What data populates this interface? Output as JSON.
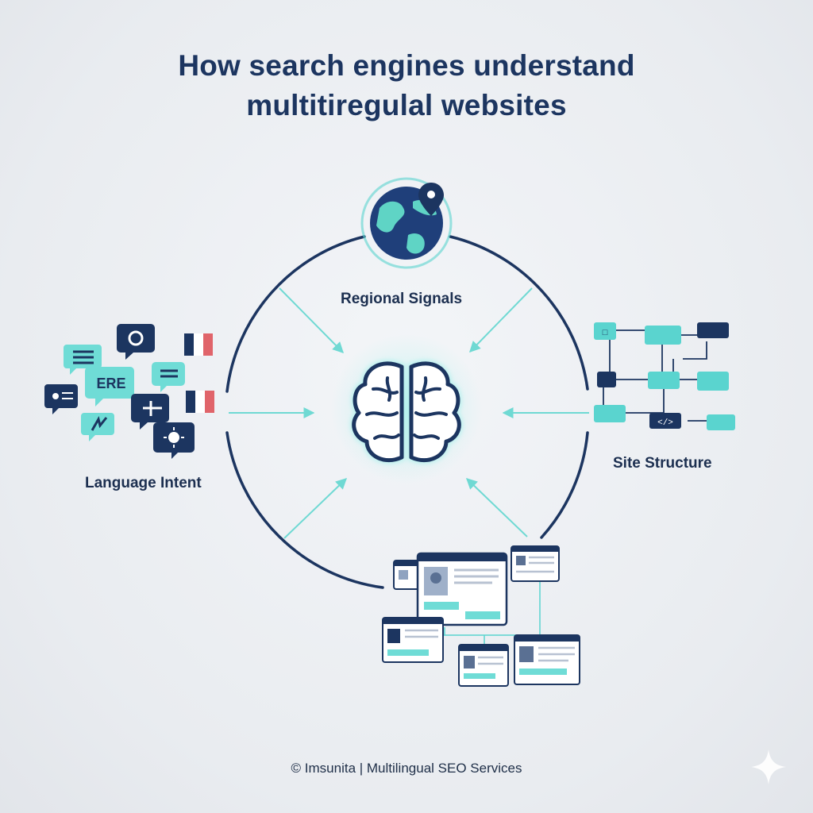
{
  "title": {
    "line1": "How search engines understand",
    "line2": "multitiregulal websites"
  },
  "labels": {
    "regional": "Regional Signals",
    "language": "Language Intent",
    "structure": "Site Structure"
  },
  "bubbles": {
    "ere": "ERE"
  },
  "footer": "© Imsunita | Multilingual SEO Services",
  "colors": {
    "navy": "#1c3560",
    "teal": "#5ad4cf",
    "red": "#e0646a",
    "background": "#eceff3"
  },
  "icons": [
    "globe-icon",
    "location-pin-icon",
    "brain-icon",
    "chat-bubble-icon",
    "french-flag-icon",
    "code-icon",
    "browser-window-icon",
    "sparkle-icon"
  ]
}
